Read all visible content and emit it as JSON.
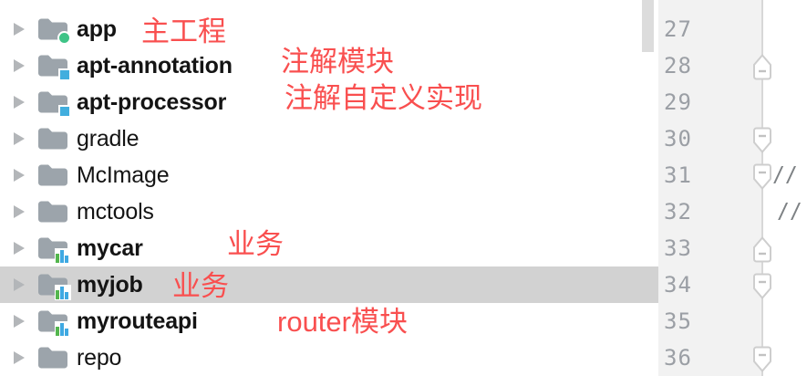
{
  "app": "IDE project view with editor gutter",
  "tree": {
    "items": [
      {
        "label": "app",
        "icon": "module-folder-green-dot-icon",
        "bold": true
      },
      {
        "label": "apt-annotation",
        "icon": "module-folder-blue-square-icon",
        "bold": true
      },
      {
        "label": "apt-processor",
        "icon": "module-folder-blue-square-icon",
        "bold": true
      },
      {
        "label": "gradle",
        "icon": "folder-icon",
        "bold": false
      },
      {
        "label": "McImage",
        "icon": "folder-icon",
        "bold": false
      },
      {
        "label": "mctools",
        "icon": "folder-icon",
        "bold": false
      },
      {
        "label": "mycar",
        "icon": "module-folder-bars-icon",
        "bold": true
      },
      {
        "label": "myjob",
        "icon": "module-folder-bars-icon",
        "bold": true,
        "selected": true
      },
      {
        "label": "myrouteapi",
        "icon": "module-folder-bars-icon",
        "bold": true
      },
      {
        "label": "repo",
        "icon": "folder-icon",
        "bold": false
      }
    ],
    "selected_item": "myjob"
  },
  "annotations": [
    {
      "target": "app",
      "text": "主工程"
    },
    {
      "target": "apt-annotation",
      "text": "注解模块"
    },
    {
      "target": "apt-processor",
      "text": "注解自定义实现"
    },
    {
      "target": "mycar",
      "text": "业务"
    },
    {
      "target": "myjob",
      "text": "业务"
    },
    {
      "target": "myrouteapi",
      "text": "router模块"
    }
  ],
  "gutter": {
    "line_numbers": [
      "27",
      "28",
      "29",
      "30",
      "31",
      "32",
      "33",
      "34",
      "35",
      "36"
    ],
    "fold_markers": [
      {
        "line": "28",
        "direction": "up"
      },
      {
        "line": "30",
        "direction": "down"
      },
      {
        "line": "31",
        "direction": "down"
      },
      {
        "line": "33",
        "direction": "up"
      },
      {
        "line": "34",
        "direction": "down"
      },
      {
        "line": "36",
        "direction": "down"
      }
    ]
  },
  "editor": {
    "comments": [
      {
        "line": "31",
        "text": "//"
      },
      {
        "line": "32",
        "text": "//"
      }
    ]
  },
  "colors": {
    "annotation_red": "#f94f4f",
    "selection_gray": "#d2d2d2",
    "gutter_bg": "#f2f2f2",
    "line_number": "#9b9fa5",
    "folder_gray": "#9ca4ab",
    "badge_green": "#3fc487",
    "badge_blue": "#41aede",
    "bar_green": "#54b64e",
    "bar_blue": "#3fa9e2"
  }
}
